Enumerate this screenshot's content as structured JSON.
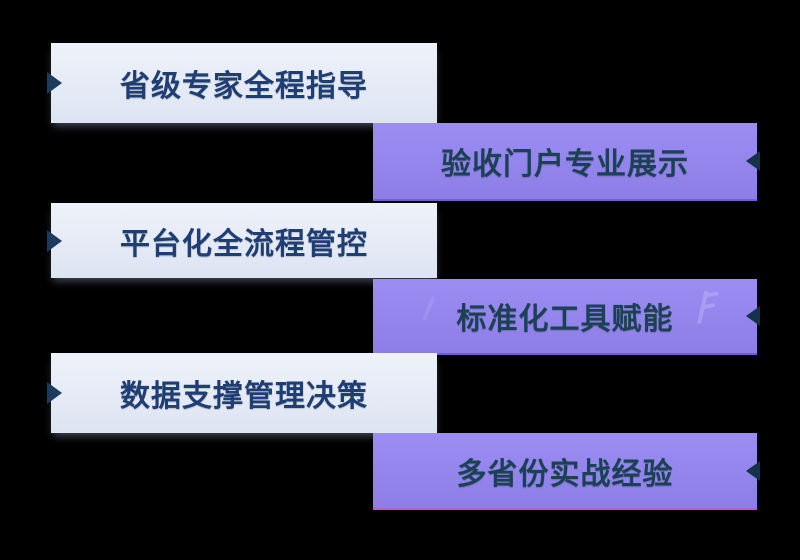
{
  "banners": [
    {
      "row": 1,
      "side": "left",
      "label": "省级专家全程指导"
    },
    {
      "row": 2,
      "side": "right",
      "label": "验收门户专业展示"
    },
    {
      "row": 3,
      "side": "left",
      "label": "平台化全流程管控"
    },
    {
      "row": 4,
      "side": "right",
      "label": "标准化工具赋能"
    },
    {
      "row": 5,
      "side": "left",
      "label": "数据支撑管理决策"
    },
    {
      "row": 6,
      "side": "right",
      "label": "多省份实战经验"
    }
  ],
  "icons": {
    "left_banner_marker": "right-pointing-triangle",
    "right_banner_marker": "left-pointing-triangle"
  },
  "colors": {
    "background": "#000000",
    "light_banner_bg": "#e0e7f4",
    "light_banner_text": "#1e3e74",
    "purple_banner_bg": "#968cee",
    "purple_banner_text": "#1b4154",
    "arrow_on_light": "#1d3a5f",
    "arrow_on_purple": "#14324a",
    "bottom_banner_edge": "#c44fd0"
  }
}
